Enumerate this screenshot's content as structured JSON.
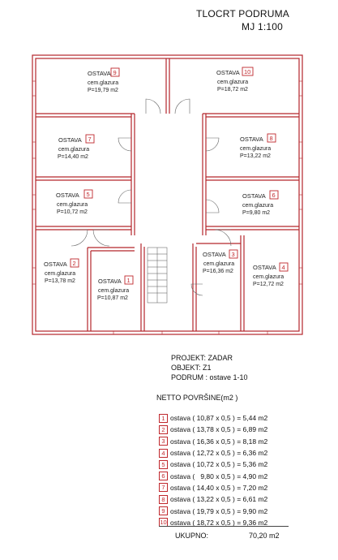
{
  "header": {
    "title": "TLOCRT PODRUMA",
    "scale": "MJ  1:100"
  },
  "rooms": [
    {
      "name": "OSTAVA",
      "num": "9",
      "finish": "cem.glazura",
      "area": "P=19,79 m2"
    },
    {
      "name": "OSTAVA",
      "num": "10",
      "finish": "cem.glazura",
      "area": "P=18,72 m2"
    },
    {
      "name": "OSTAVA",
      "num": "7",
      "finish": "cem.glazura",
      "area": "P=14,40 m2"
    },
    {
      "name": "OSTAVA",
      "num": "8",
      "finish": "cem.glazura",
      "area": "P=13,22 m2"
    },
    {
      "name": "OSTAVA",
      "num": "5",
      "finish": "cem.glazura",
      "area": "P=10,72 m2"
    },
    {
      "name": "OSTAVA",
      "num": "6",
      "finish": "cem.glazura",
      "area": "P=9,80 m2"
    },
    {
      "name": "OSTAVA",
      "num": "2",
      "finish": "cem.glazura",
      "area": "P=13,78 m2"
    },
    {
      "name": "OSTAVA",
      "num": "1",
      "finish": "cem.glazura",
      "area": "P=10,87 m2"
    },
    {
      "name": "OSTAVA",
      "num": "3",
      "finish": "cem.glazura",
      "area": "P=16,36 m2"
    },
    {
      "name": "OSTAVA",
      "num": "4",
      "finish": "cem.glazura",
      "area": "P=12,72 m2"
    }
  ],
  "project": {
    "projekt": "PROJEKT: ZADAR",
    "objekt": "OBJEKT: Z1",
    "podrum": "PODRUM :  ostave 1-10"
  },
  "netto_title": "NETTO POVRŠINE(m2 )",
  "legend": [
    {
      "num": "1",
      "text": "ostava ( 10,87 x 0,5 ) = 5,44 m2"
    },
    {
      "num": "2",
      "text": "ostava ( 13,78 x 0,5 ) = 6,89 m2"
    },
    {
      "num": "3",
      "text": "ostava ( 16,36 x 0,5 ) = 8,18 m2"
    },
    {
      "num": "4",
      "text": "ostava ( 12,72 x 0,5 ) = 6,36 m2"
    },
    {
      "num": "5",
      "text": "ostava ( 10,72 x 0,5 ) = 5,36 m2"
    },
    {
      "num": "6",
      "text": "ostava (   9,80 x 0,5 ) = 4,90 m2"
    },
    {
      "num": "7",
      "text": "ostava ( 14,40 x 0,5 ) = 7,20 m2"
    },
    {
      "num": "8",
      "text": "ostava ( 13,22 x 0,5 ) = 6,61 m2"
    },
    {
      "num": "9",
      "text": "ostava ( 19,79 x 0,5 ) = 9,90 m2"
    },
    {
      "num": "10",
      "text": "ostava ( 18,72 x 0,5 ) = 9,36 m2"
    }
  ],
  "total": {
    "label": "UKUPNO:",
    "value": "70,20 m2"
  }
}
